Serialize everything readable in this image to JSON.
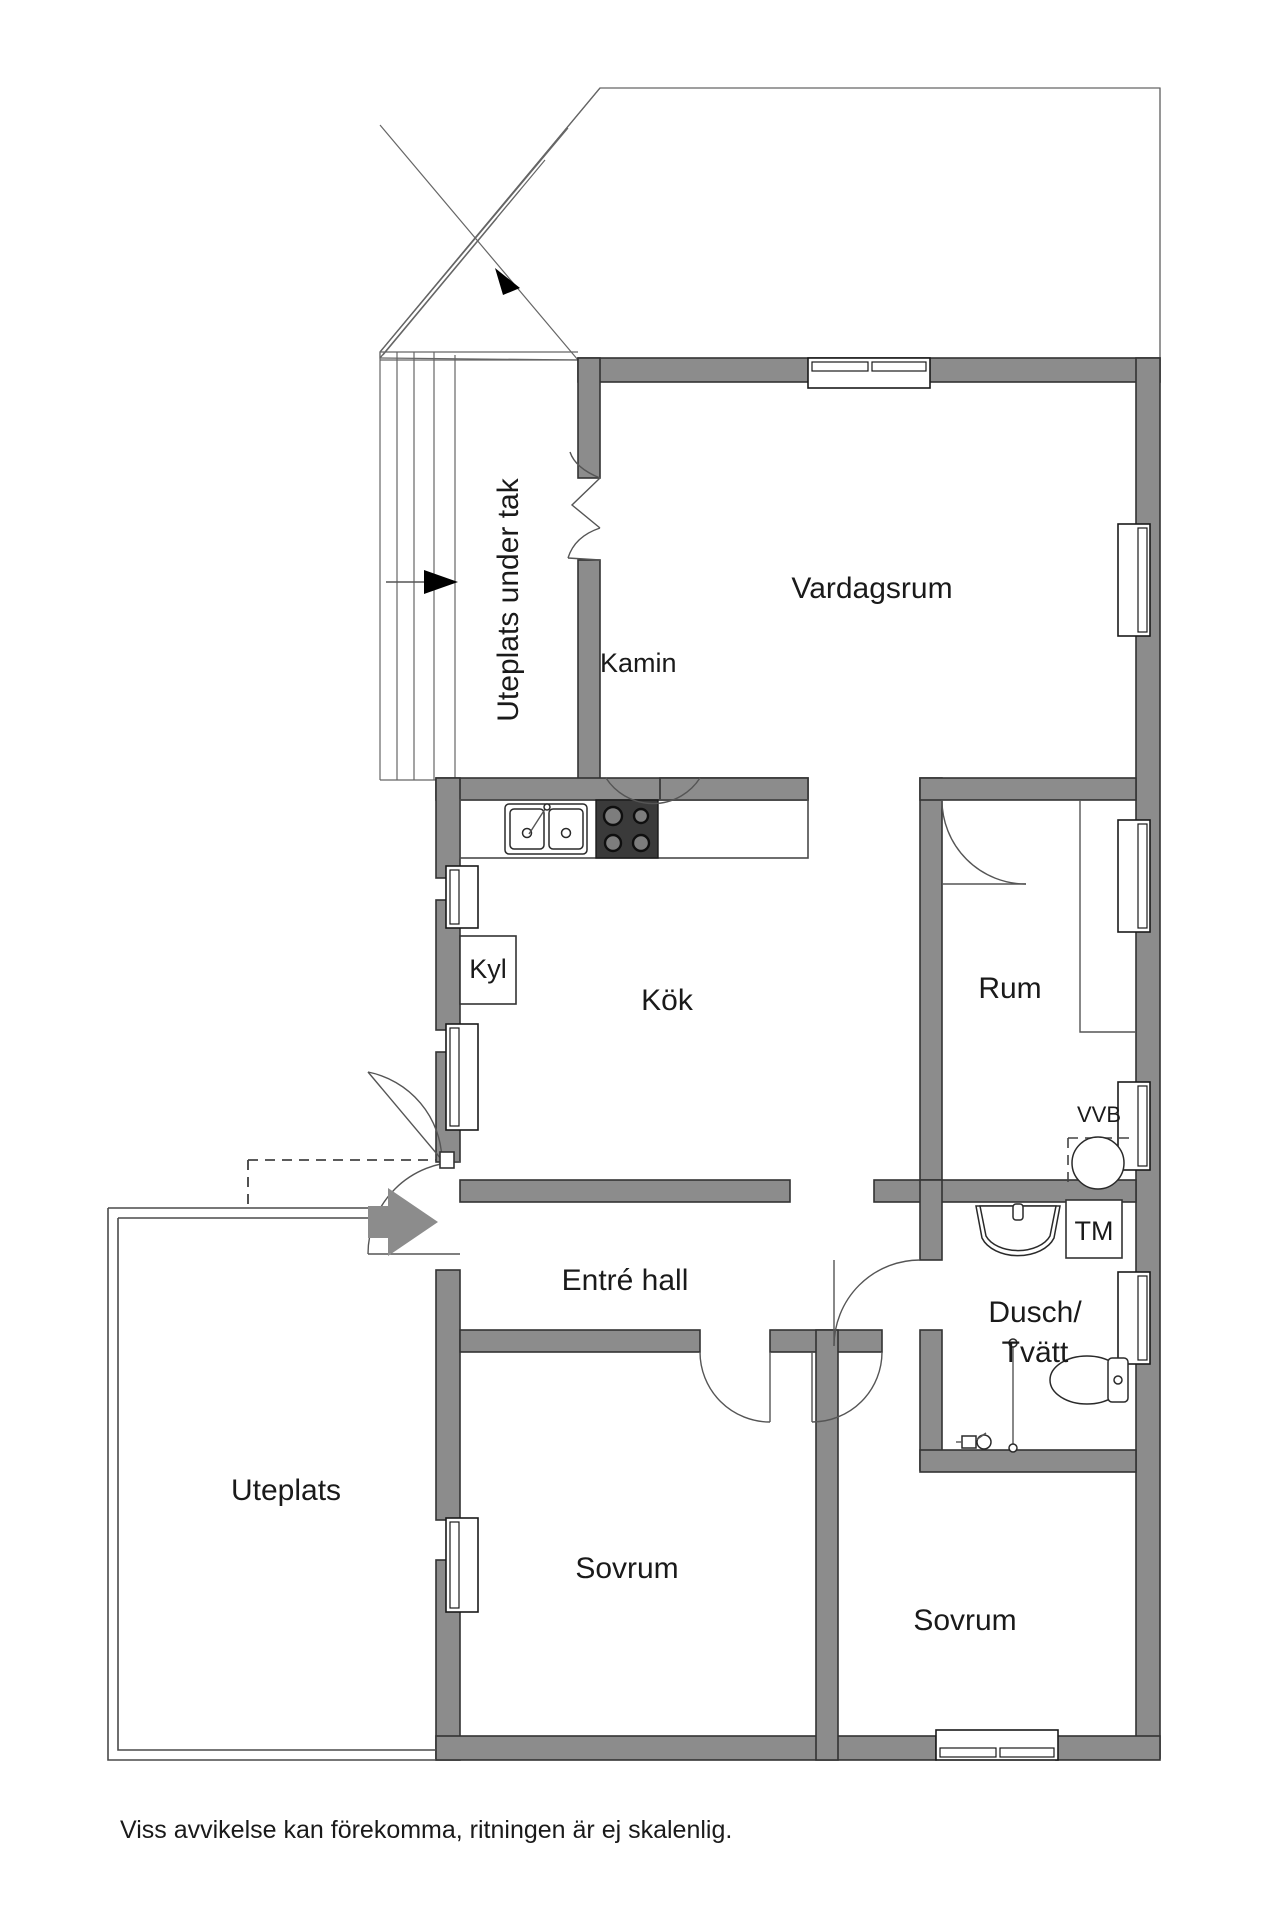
{
  "plan": {
    "disclaimer": "Viss avvikelse kan förekomma, ritningen är ej skalenlig.",
    "rooms": [
      {
        "id": "vardagsrum",
        "label": "Vardagsrum"
      },
      {
        "id": "kok",
        "label": "Kök"
      },
      {
        "id": "entre-hall",
        "label": "Entré hall"
      },
      {
        "id": "rum",
        "label": "Rum"
      },
      {
        "id": "dusch-tvatt-line1",
        "label": "Dusch/"
      },
      {
        "id": "dusch-tvatt-line2",
        "label": "Tvätt"
      },
      {
        "id": "sovrum-1",
        "label": "Sovrum"
      },
      {
        "id": "sovrum-2",
        "label": "Sovrum"
      },
      {
        "id": "uteplats",
        "label": "Uteplats"
      },
      {
        "id": "uteplats-under-tak",
        "label": "Uteplats under tak"
      }
    ],
    "annotations": [
      {
        "id": "kamin",
        "label": "Kamin"
      },
      {
        "id": "kyl",
        "label": "Kyl"
      },
      {
        "id": "vvb",
        "label": "VVB"
      },
      {
        "id": "tm",
        "label": "TM"
      }
    ],
    "colors": {
      "wall_fill": "#8c8c8c",
      "wall_stroke": "#333333",
      "text": "#1a1a1a",
      "background": "#ffffff",
      "entry_arrow": "#8c8c8c",
      "direction_arrow": "#000000",
      "stove": "#3a3a3a"
    }
  }
}
